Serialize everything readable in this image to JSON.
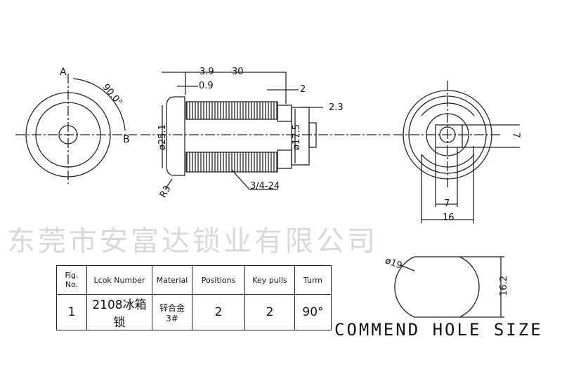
{
  "watermark": "东莞市安富达锁业有限公司",
  "left_view": {
    "label_a": "A",
    "label_b": "B",
    "angle": "90.0°"
  },
  "side_view": {
    "dim_3_9": "3.9",
    "dim_30": "30",
    "dim_0_9": "0.9",
    "dim_2": "2",
    "dim_2_3": "2.3",
    "dia_25_1": "ø25.1",
    "dia_17_5": "ø17.5",
    "radius": "R3",
    "thread": "3/4-24"
  },
  "right_view": {
    "dim_7_v": "7",
    "dim_7_h": "7",
    "dim_16": "16"
  },
  "hole": {
    "dia": "ø19",
    "height": "16.2",
    "title": "COMMEND HOLE SIZE"
  },
  "table": {
    "headers": [
      "Fig. No.",
      "Lcok Number",
      "Material",
      "Positions",
      "Key pulls",
      "Turm"
    ],
    "row": [
      "1",
      "2108冰箱锁",
      "锌合金3#",
      "2",
      "2",
      "90°"
    ]
  }
}
